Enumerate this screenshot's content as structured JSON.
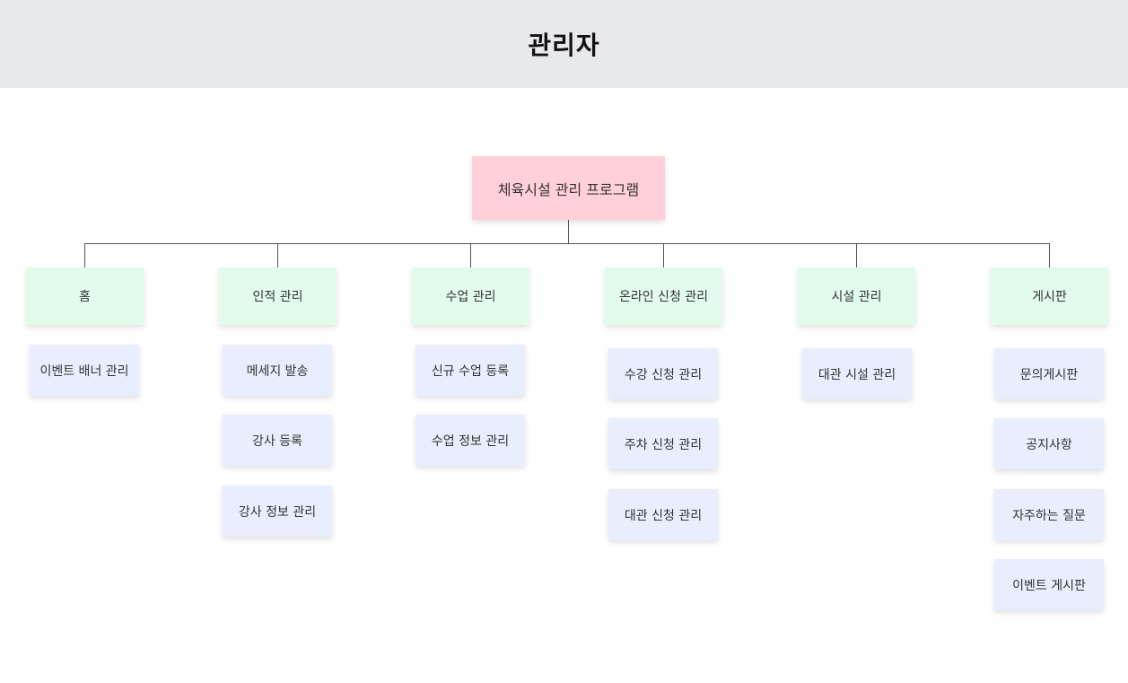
{
  "header": {
    "title": "관리자"
  },
  "root": {
    "label": "체육시설 관리 프로그램"
  },
  "categories": [
    {
      "label": "홈",
      "items": [
        "이벤트 배너 관리"
      ]
    },
    {
      "label": "인적 관리",
      "items": [
        "메세지 발송",
        "강사 등록",
        "강사 정보 관리"
      ]
    },
    {
      "label": "수업 관리",
      "items": [
        "신규 수업 등록",
        "수업 정보 관리"
      ]
    },
    {
      "label": "온라인 신청 관리",
      "items": [
        "수강 신청 관리",
        "주차 신청 관리",
        "대관 신청 관리"
      ]
    },
    {
      "label": "시설 관리",
      "items": [
        "대관 시설 관리"
      ]
    },
    {
      "label": "게시판",
      "items": [
        "문의게시판",
        "공지사항",
        "자주하는 질문",
        "이벤트 게시판"
      ]
    }
  ],
  "colors": {
    "header_bg": "#e8e9ed",
    "root_bg": "#ffd0d7",
    "category_bg": "#e2fbea",
    "item_bg": "#e8eefd",
    "connector": "#555555"
  }
}
